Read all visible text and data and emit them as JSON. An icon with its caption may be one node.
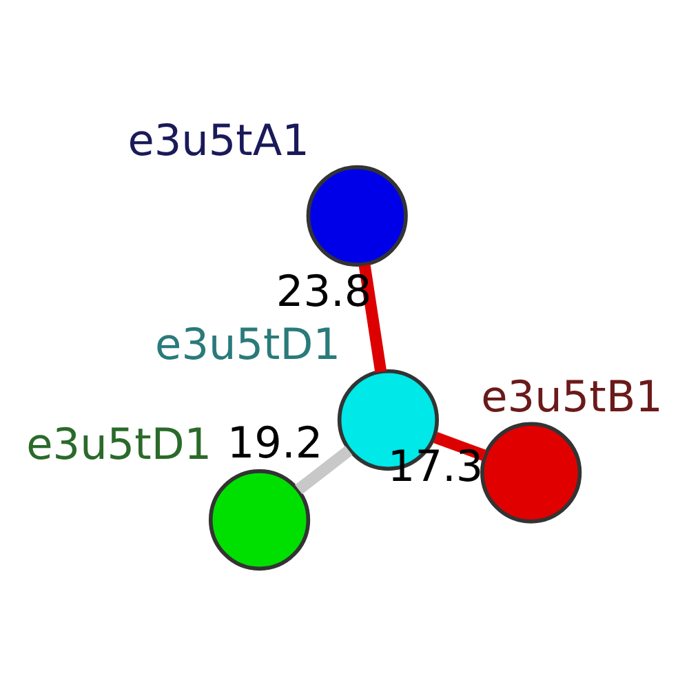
{
  "diagram": {
    "nodes": [
      {
        "text": [],
        "shape": "circle",
        "beside": [
          "e3u5tD1"
        ]
      },
      {
        "text": [],
        "shape": "circle",
        "beside": [
          "e3u5tB1"
        ]
      },
      {
        "text": [],
        "shape": "circle",
        "beside": [
          "e3u5tD1"
        ]
      },
      {
        "text": [],
        "shape": "circle",
        "beside": [
          "e3u5tA1"
        ]
      }
    ],
    "edges": [
      {
        "from": 2,
        "to": 0,
        "arrow": "none",
        "label": "19.2",
        "color": "#c8c8c8"
      },
      {
        "from": 1,
        "to": 2,
        "arrow": "none",
        "label": "17.3"
      },
      {
        "from": 2,
        "to": 3,
        "arrow": "none",
        "label": "23.8"
      }
    ]
  }
}
